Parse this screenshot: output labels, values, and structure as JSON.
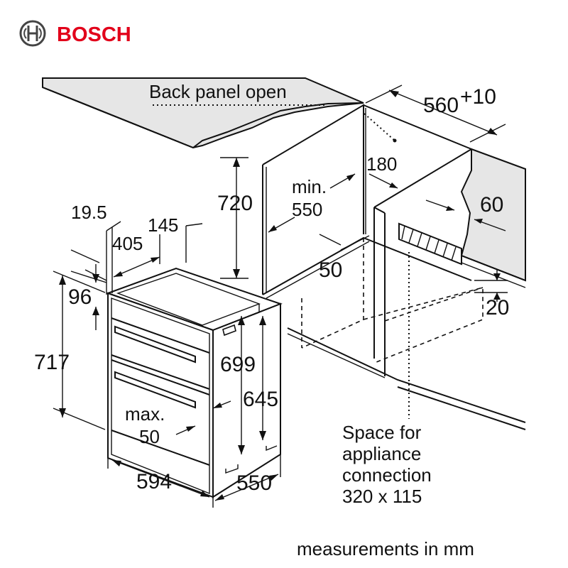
{
  "brand": {
    "name": "BOSCH",
    "color": "#e2001a",
    "icon": "bosch-armature-icon"
  },
  "labels": {
    "back_panel": "Back panel open",
    "width_niche_base": "560",
    "width_niche_sup": "+10",
    "depth_180": "180",
    "min_line1": "min.",
    "min_line2": "550",
    "height_720": "720",
    "dim_60": "60",
    "dim_19_5": "19.5",
    "dim_145": "145",
    "dim_405": "405",
    "dim_96": "96",
    "dim_50_top": "50",
    "dim_20": "20",
    "dim_717": "717",
    "dim_699": "699",
    "dim_645": "645",
    "max_line1": "max.",
    "max_line2": "50",
    "dim_594": "594",
    "dim_550_bottom": "550",
    "space_line1": "Space for",
    "space_line2": "appliance",
    "space_line3": "connection",
    "space_line4": "320 x 115",
    "units": "measurements in mm"
  },
  "colors": {
    "line": "#111111",
    "worktop": "#e6e6e6",
    "background": "#ffffff"
  }
}
